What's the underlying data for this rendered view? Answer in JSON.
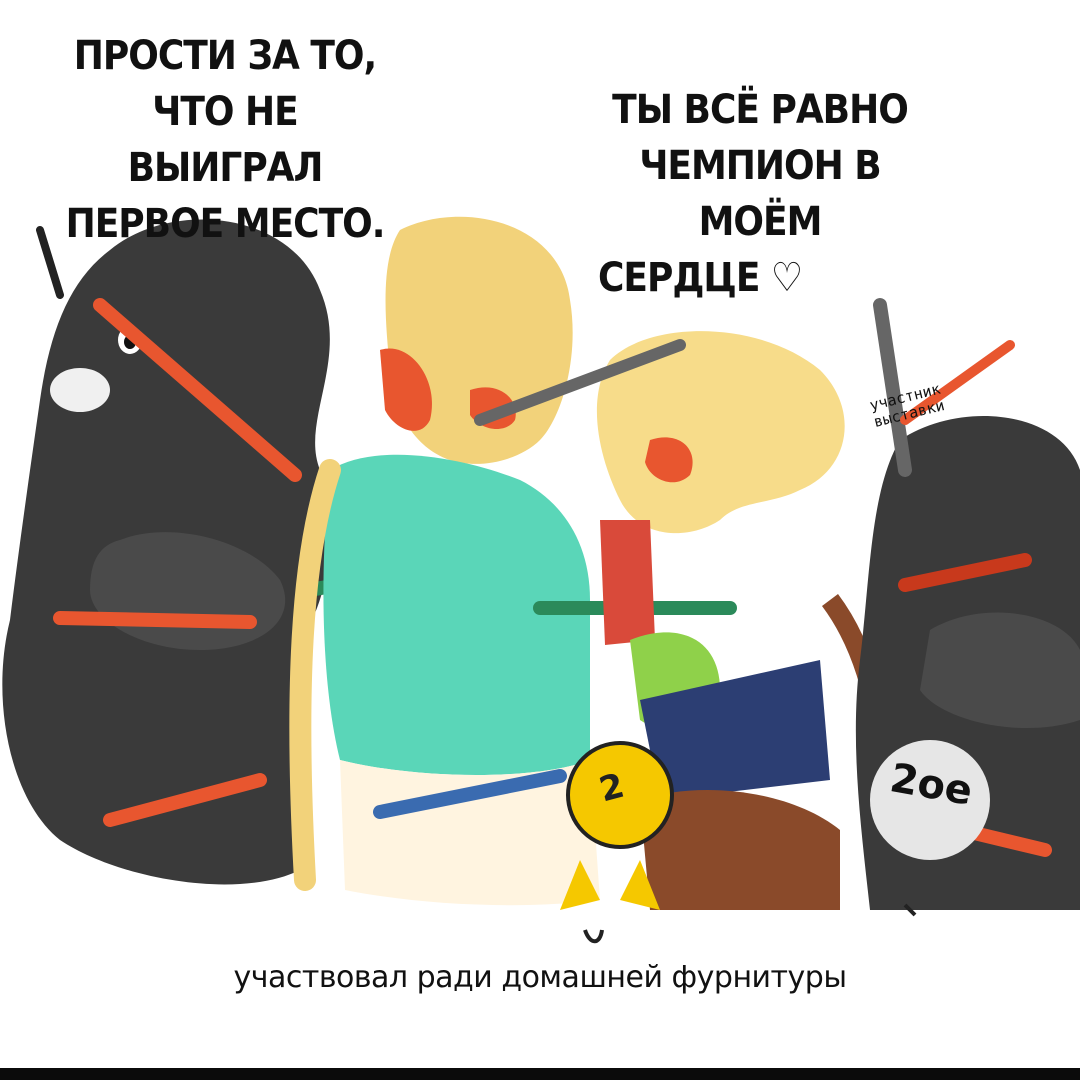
{
  "speech_bubbles": {
    "left": [
      "ПРОСТИ ЗА ТО,",
      "ЧТО НЕ ВЫИГРАЛ",
      "ПЕРВОЕ МЕСТО."
    ],
    "right": [
      "ТЫ ВСЁ РАВНО",
      "ЧЕМПИОН В МОЁМ",
      "СЕРДЦЕ ♡"
    ]
  },
  "ribbon_text": [
    "участник",
    "выставки"
  ],
  "medal_labels": {
    "small_medal": "2",
    "big_medal": "2ое"
  },
  "caption": "участвовал ради домашней фурнитуры",
  "colors": {
    "dark_dog": "#3a3a3a",
    "accent_orange": "#e8562f",
    "shirt_teal": "#5ad6b8",
    "hair_blond": "#f2d27a",
    "medal_yellow": "#f5c800",
    "cup_red": "#d94a3a",
    "green_bag": "#8fd14a",
    "shorts_navy": "#2c3e73",
    "leg_brown": "#8a4a2a"
  }
}
